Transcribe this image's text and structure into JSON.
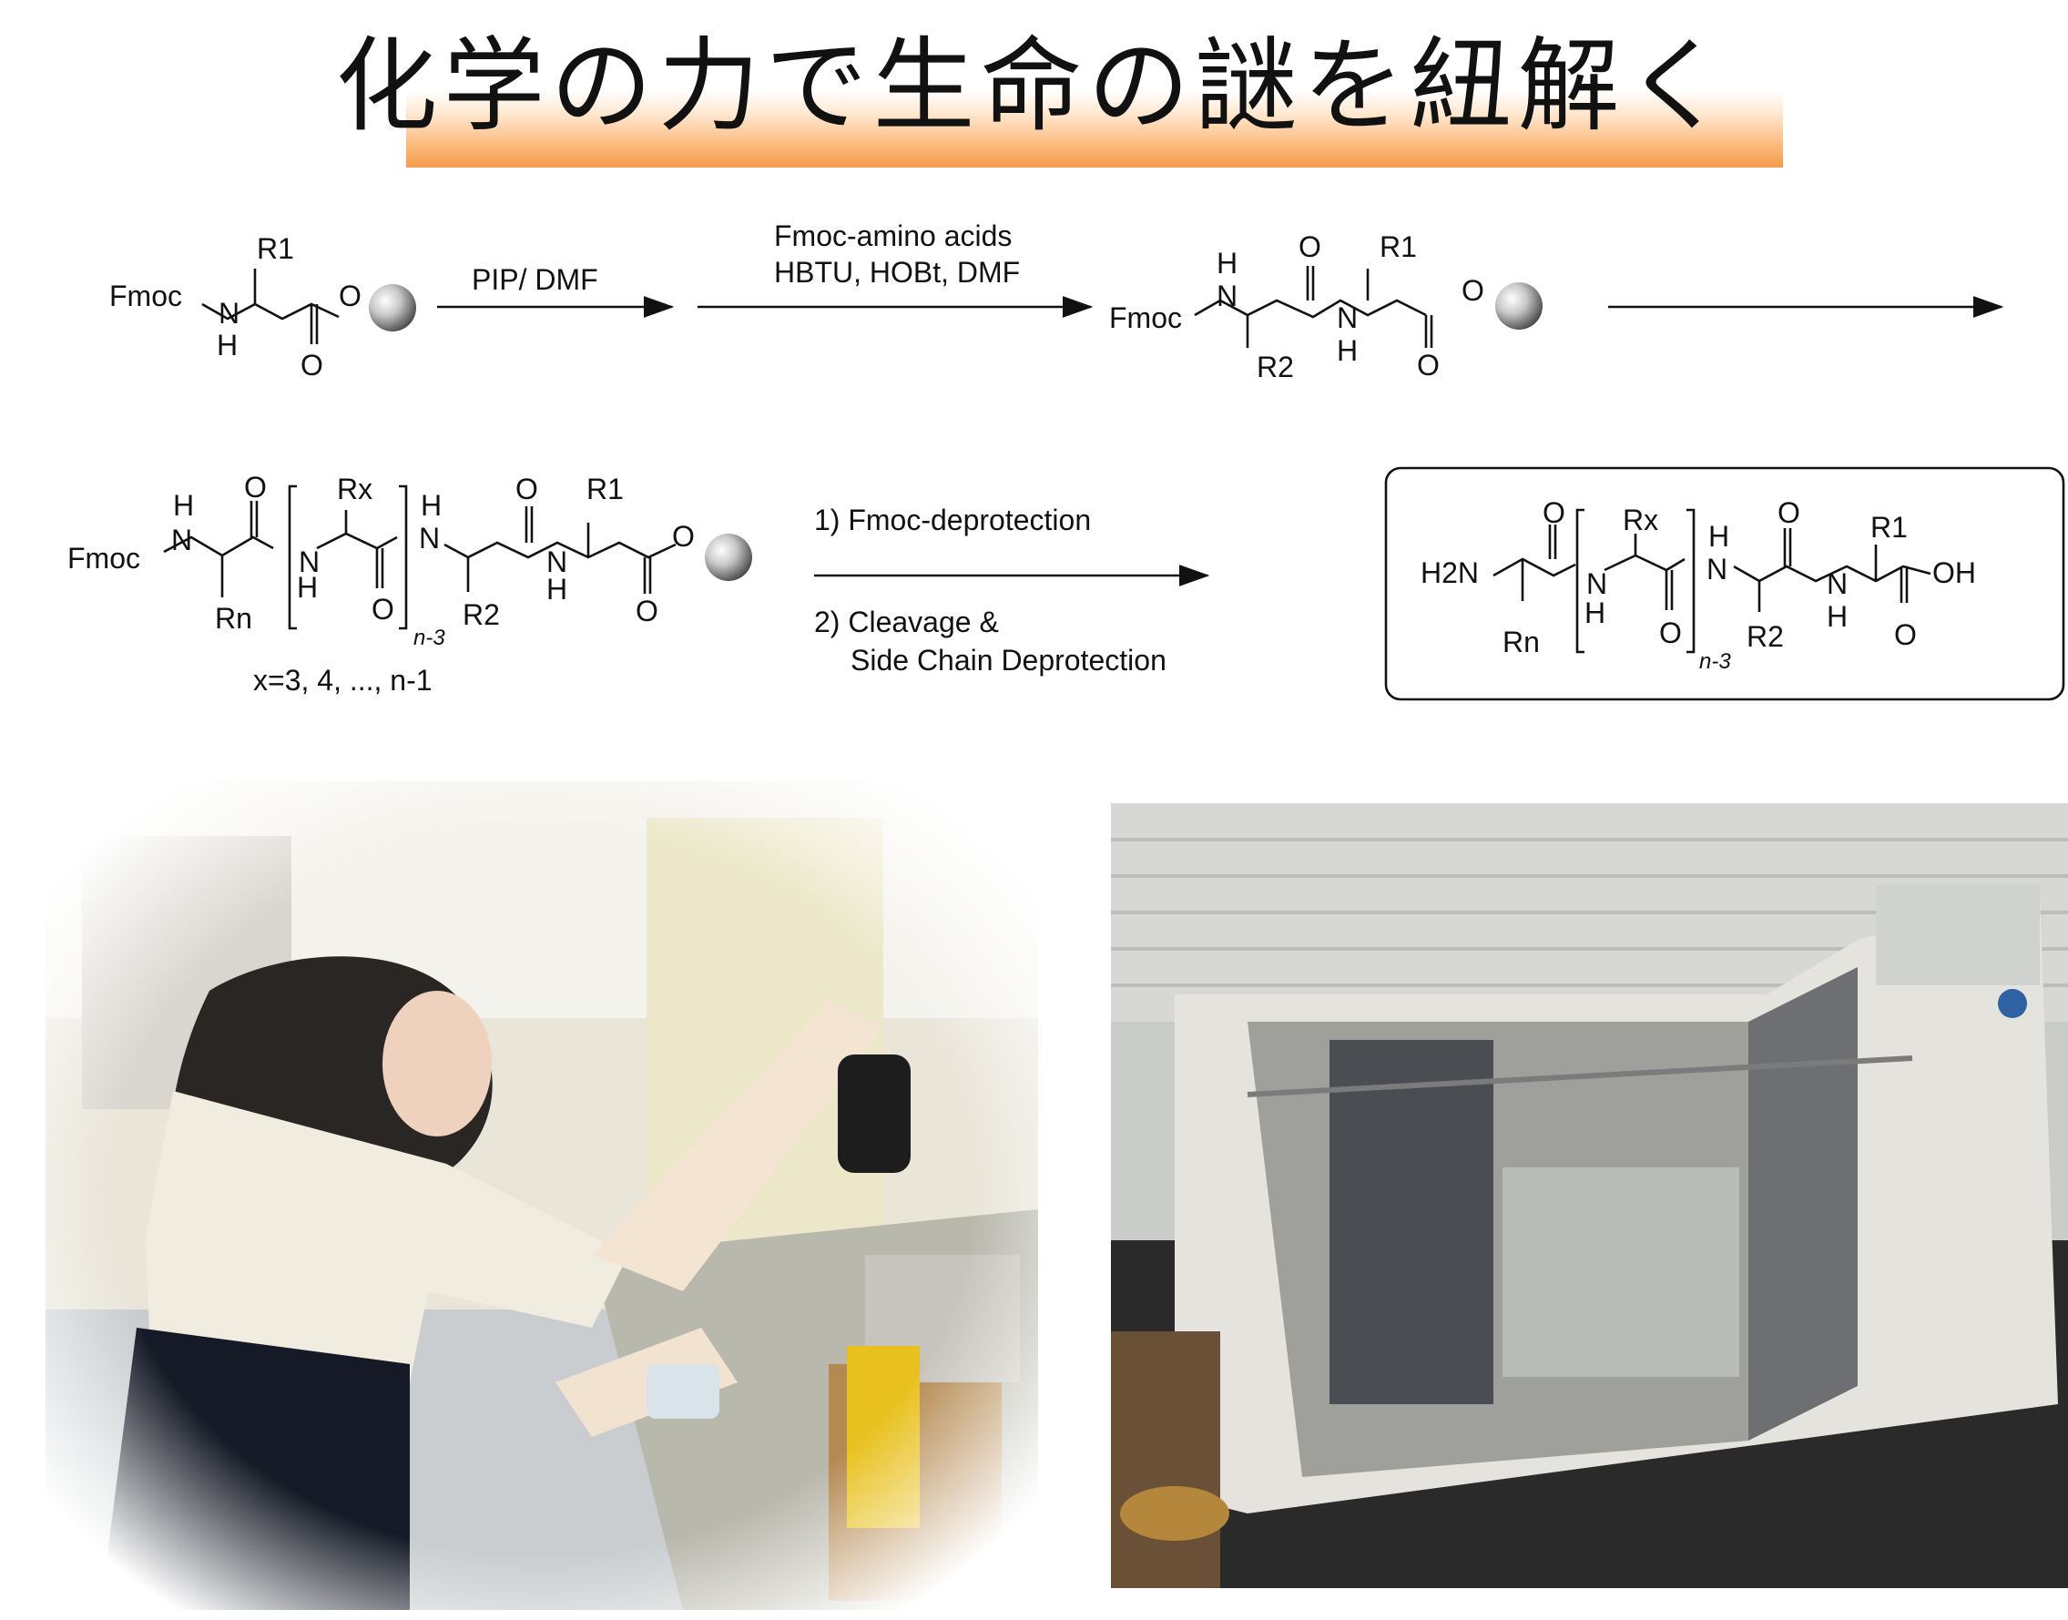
{
  "title": "化学の力で生命の謎を紐解く",
  "scheme": {
    "step1_reagent": "PIP/ DMF",
    "step2_reagent_line1": "Fmoc-amino acids",
    "step2_reagent_line2": "HBTU, HOBt, DMF",
    "step4_line1": "1) Fmoc-deprotection",
    "step4_line2": "2) Cleavage &",
    "step4_line3": "Side Chain Deprotection",
    "x_range_label": "x=3, 4, ..., n-1",
    "labels": {
      "fmoc": "Fmoc",
      "nh_n": "N",
      "nh_h": "H",
      "o": "O",
      "oh": "OH",
      "h2n": "H2N",
      "r1": "R1",
      "r2": "R2",
      "rx": "Rx",
      "rn": "Rn",
      "n3": "n-3"
    }
  },
  "colors": {
    "title_band": "#f39a4a",
    "resin_bead": "#9a9a9a",
    "text": "#111111"
  }
}
